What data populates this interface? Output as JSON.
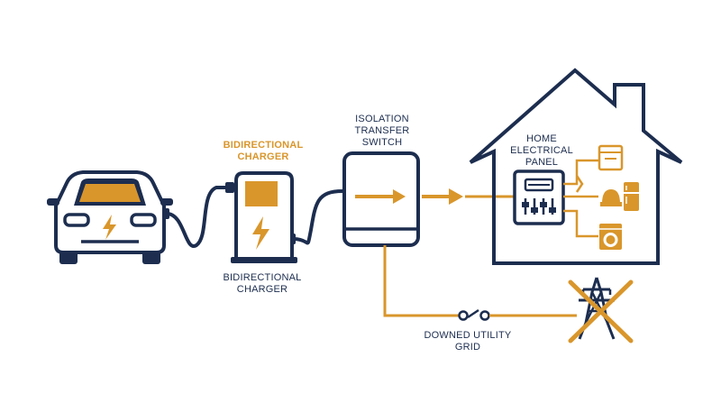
{
  "colors": {
    "navy": "#1c2d4f",
    "orange": "#d9962b",
    "background": "#ffffff"
  },
  "labels": {
    "charger_top": "BIDIRECTIONAL CHARGER",
    "charger_bottom": "BIDIRECTIONAL CHARGER",
    "switch": "ISOLATION TRANSFER SWITCH",
    "panel": "HOME ELECTRICAL PANEL",
    "grid": "DOWNED UTILITY GRID"
  },
  "icons": [
    "electric-car-icon",
    "charger-icon",
    "transfer-switch-icon",
    "house-icon",
    "electrical-panel-icon",
    "dishwasher-icon",
    "refrigerator-icon",
    "toaster-icon",
    "washing-machine-icon",
    "transmission-tower-icon",
    "open-switch-icon",
    "lightning-bolt-icon"
  ]
}
